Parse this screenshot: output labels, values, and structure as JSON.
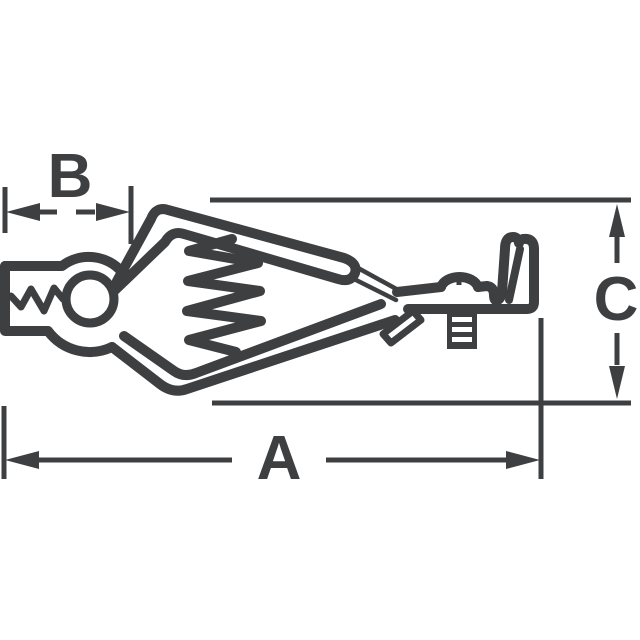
{
  "figure": {
    "kind": "mechanical-outline-drawing",
    "subject": "alligator-test-clip-side-view",
    "line_color": "#3e3f41",
    "background_color": "#ffffff"
  },
  "dimensions": {
    "a": {
      "label": "A",
      "orientation": "horizontal",
      "position": "bottom"
    },
    "b": {
      "label": "B",
      "orientation": "horizontal",
      "position": "top-left"
    },
    "c": {
      "label": "C",
      "orientation": "vertical",
      "position": "right"
    }
  }
}
